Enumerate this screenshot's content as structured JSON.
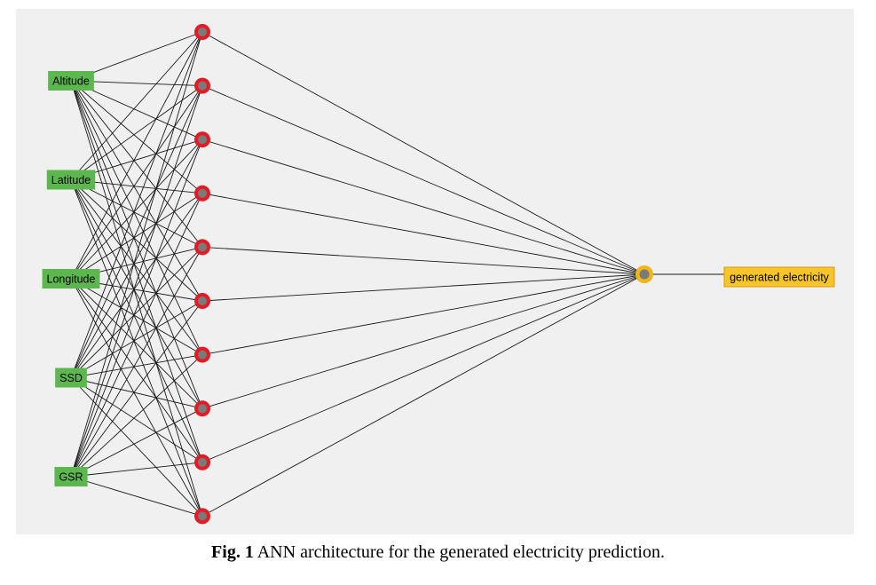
{
  "diagram": {
    "inputs": [
      "Altitude",
      "Latitude",
      "Longitude",
      "SSD",
      "GSR"
    ],
    "hidden_neuron_count": 10,
    "output_label": "generated electricity",
    "colors": {
      "input_node": "#5cb84e",
      "hidden_ring": "#e21b24",
      "neuron_core": "#7a7a7a",
      "output_ring": "#f1b41a",
      "output_label_bg": "#f7c42a",
      "background": "#f0f0f0",
      "connection": "#1a1a1a"
    }
  },
  "caption": {
    "figure_number": "Fig. 1",
    "text": "ANN architecture for the generated electricity prediction."
  }
}
